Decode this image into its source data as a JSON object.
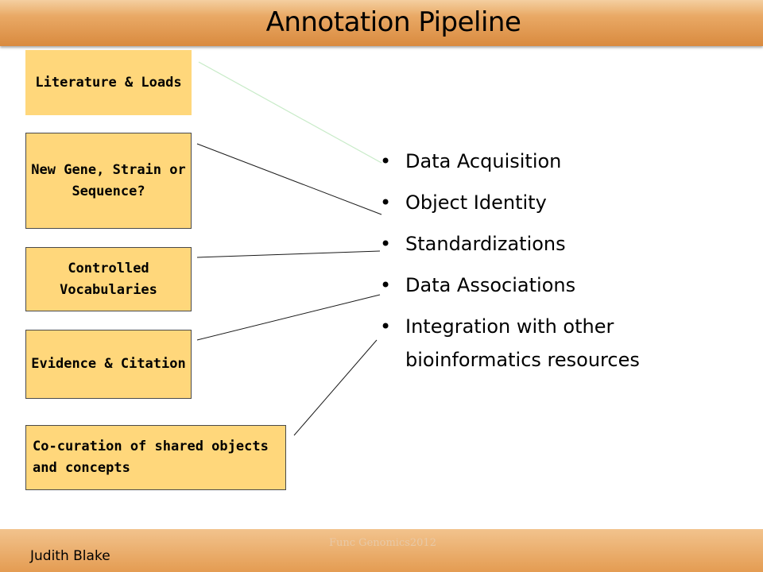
{
  "slide": {
    "title": "Annotation Pipeline",
    "boxes": [
      {
        "label": "Literature & Loads"
      },
      {
        "label": "New Gene, Strain or Sequence?"
      },
      {
        "label": "Controlled Vocabularies"
      },
      {
        "label": "Evidence & Citation"
      },
      {
        "label": "Co-curation of shared objects and concepts"
      }
    ],
    "bullets": [
      {
        "text": "Data Acquisition"
      },
      {
        "text": "Object Identity"
      },
      {
        "text": "Standardizations"
      },
      {
        "text": "Data Associations"
      },
      {
        "text": "Integration with other bioinformatics resources"
      }
    ],
    "bullet_glyph": "•",
    "footer": {
      "author": "Judith Blake",
      "event": "Func Genomics2012"
    }
  },
  "colors": {
    "header_gradient": "#e9a965",
    "box_fill": "#ffd77b",
    "connector_first": "#c8ebc8",
    "connector": "#1a1a1a"
  }
}
